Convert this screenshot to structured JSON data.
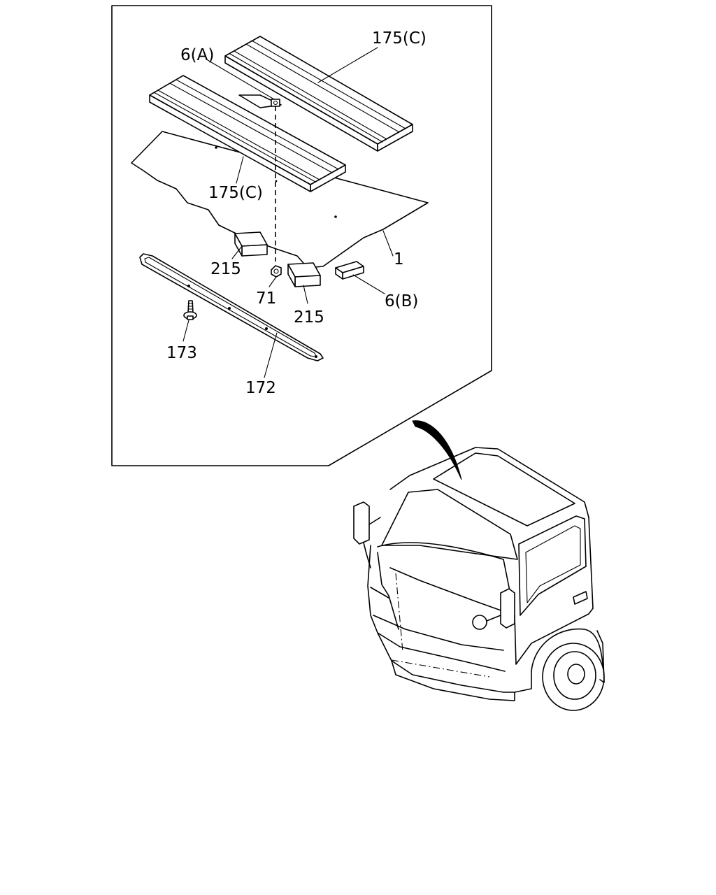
{
  "callouts": {
    "part_175c_top": "175(C)",
    "part_6a": "6(A)",
    "part_175c_mid": "175(C)",
    "part_1": "1",
    "part_215_left": "215",
    "part_71": "71",
    "part_215_right": "215",
    "part_6b": "6(B)",
    "part_173": "173",
    "part_172": "172"
  },
  "colors": {
    "line": "#000000",
    "background": "#ffffff"
  }
}
